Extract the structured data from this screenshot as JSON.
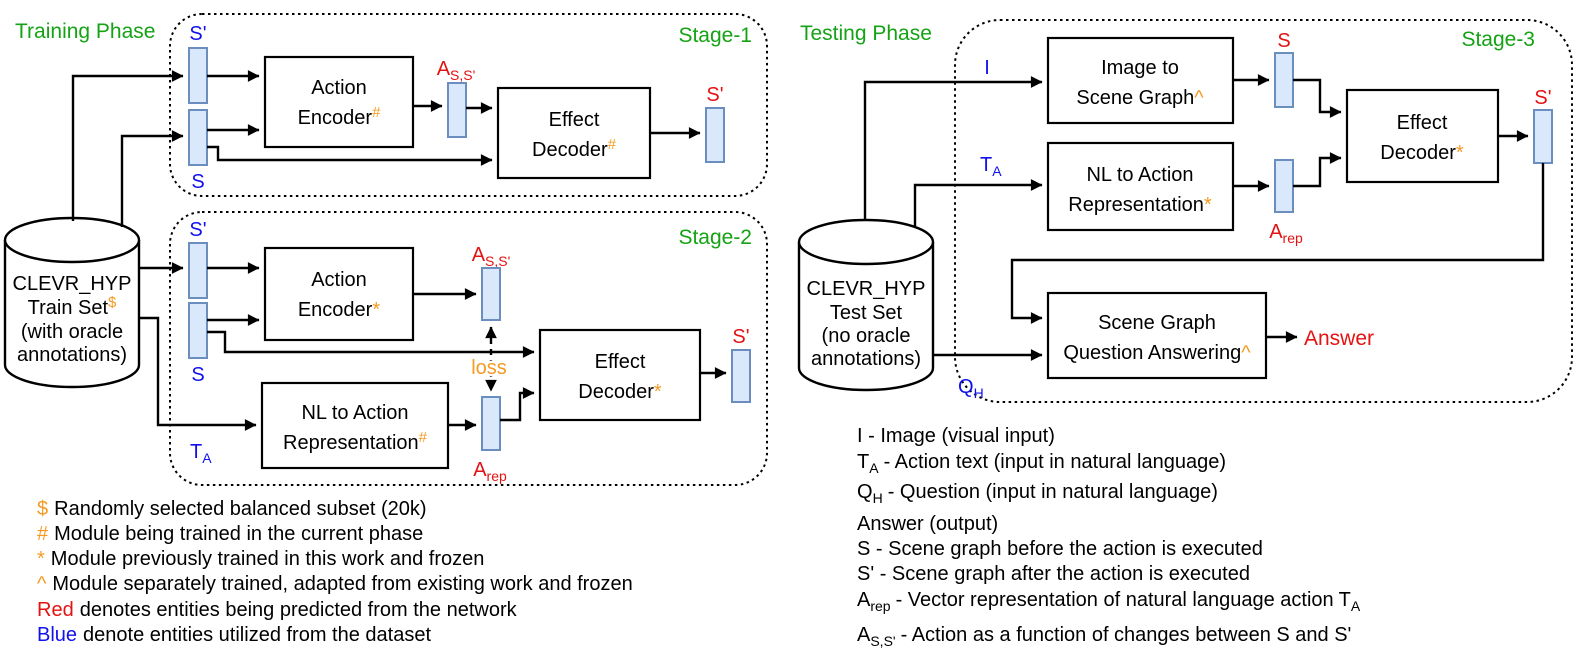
{
  "colors": {
    "green": "#15a315",
    "blue": "#1111ee",
    "red": "#e51212",
    "orange": "#f59a23",
    "bar_fill": "#dae8fc",
    "bar_stroke": "#6c8ebf",
    "line": "#000000"
  },
  "training": {
    "phase": "Training Phase",
    "cylinder": [
      "CLEVR_HYP",
      "Train Set",
      "$",
      "(with oracle",
      "annotations)"
    ],
    "stage1": {
      "title": "Stage-1",
      "s_prime_in": "S'",
      "s_in": "S",
      "encoder": [
        "Action",
        "Encoder",
        "#"
      ],
      "a_ss": [
        "A",
        "S,S'"
      ],
      "decoder": [
        "Effect",
        "Decoder",
        "#"
      ],
      "s_prime_out": "S'"
    },
    "stage2": {
      "title": "Stage-2",
      "s_prime_in": "S'",
      "s_in": "S",
      "t_a": [
        "T",
        "A"
      ],
      "encoder": [
        "Action",
        "Encoder",
        "*"
      ],
      "nl": [
        "NL to Action",
        "Representation",
        "#"
      ],
      "a_ss": [
        "A",
        "S,S'"
      ],
      "loss": "loss",
      "a_rep": [
        "A",
        "rep"
      ],
      "decoder": [
        "Effect",
        "Decoder",
        "*"
      ],
      "s_prime_out": "S'"
    }
  },
  "testing": {
    "phase": "Testing Phase",
    "cylinder": [
      "CLEVR_HYP",
      "Test Set",
      "(no oracle",
      "annotations)"
    ],
    "stage3": {
      "title": "Stage-3",
      "i": "I",
      "t_a": [
        "T",
        "A"
      ],
      "q_h": [
        "Q",
        "H"
      ],
      "img2sg": [
        "Image to",
        "Scene Graph",
        "^"
      ],
      "nl": [
        "NL to Action",
        "Representation",
        "*"
      ],
      "s": "S",
      "a_rep": [
        "A",
        "rep"
      ],
      "decoder": [
        "Effect",
        "Decoder",
        "*"
      ],
      "s_prime": "S'",
      "sgqa": [
        "Scene Graph",
        "Question Answering",
        "^"
      ],
      "answer": "Answer"
    }
  },
  "legend_left": [
    {
      "sym": "$",
      "text": "Randomly selected balanced subset (20k)"
    },
    {
      "sym": "#",
      "text": "Module being trained in the current phase"
    },
    {
      "sym": "*",
      "text": "Module previously trained in this work and frozen"
    },
    {
      "sym": "^",
      "text": "Module separately trained, adapted from existing work and frozen"
    },
    {
      "sym": "Red",
      "text": "denotes entities being predicted from the network"
    },
    {
      "sym": "Blue",
      "text": "denote entities utilized from the dataset"
    }
  ],
  "legend_right": [
    {
      "text": "I - Image (visual input)"
    },
    {
      "base": "T",
      "sub": "A",
      "rest": "- Action text (input in natural language)"
    },
    {
      "base": "Q",
      "sub": "H",
      "rest": "- Question (input in natural language)"
    },
    {
      "text": "Answer (output)"
    },
    {
      "text": "S - Scene graph before the action is executed"
    },
    {
      "text": "S' - Scene graph after the action is executed"
    },
    {
      "base": "A",
      "sub": "rep",
      "rest": "- Vector representation of natural language action",
      "base2": "T",
      "sub2": "A"
    },
    {
      "base": "A",
      "sub": "S,S'",
      "rest": "- Action as a function of changes between S and S'"
    }
  ]
}
